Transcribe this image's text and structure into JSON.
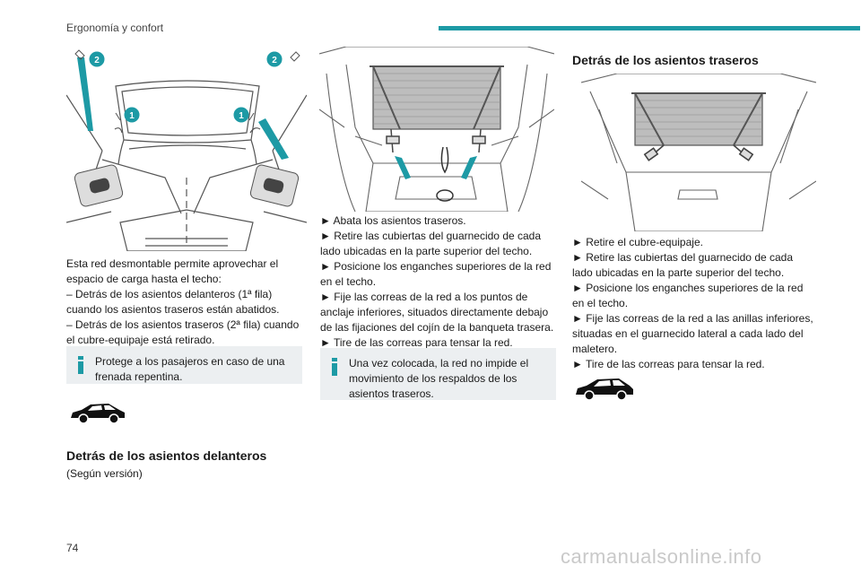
{
  "header": {
    "title": "Ergonomía y confort",
    "accent_color": "#1d9aa5"
  },
  "page_number": "74",
  "watermark": "carmanualsonline.info",
  "column1": {
    "figure_badges": [
      "2",
      "2",
      "1",
      "1"
    ],
    "intro": [
      "Esta red desmontable permite aprovechar el espacio de carga hasta el techo:",
      "– Detrás de los asientos delanteros (1ª fila) cuando los asientos traseros están abatidos.",
      "– Detrás de los asientos traseros (2ª fila) cuando el cubre-equipaje está retirado."
    ],
    "note": "Protege a los pasajeros en caso de una frenada repentina.",
    "car_icon": "car-silhouette-icon",
    "heading": "Detrás de los asientos delanteros",
    "caption": "(Según versión)"
  },
  "column2": {
    "steps": [
      "► Abata los asientos traseros.",
      "► Retire las cubiertas del guarnecido de cada lado ubicadas en la parte superior del techo.",
      "► Posicione los enganches superiores de la red en el techo.",
      "► Fije las correas de la red a los puntos de anclaje inferiores, situados directamente debajo de las fijaciones del cojín de la banqueta trasera.",
      "► Tire de las correas para tensar la red."
    ],
    "note": "Una vez colocada, la red no impide el movimiento de los respaldos de los asientos traseros."
  },
  "column3": {
    "heading": "Detrás de los asientos traseros",
    "steps": [
      "► Retire el cubre-equipaje.",
      "► Retire las cubiertas del guarnecido de cada lado ubicadas en la parte superior del techo.",
      "► Posicione los enganches superiores de la red en el techo.",
      "► Fije las correas de la red a las anillas inferiores, situadas en el guarnecido lateral a cada lado del maletero.",
      "► Tire de las correas para tensar la red."
    ],
    "car_icon": "car-silhouette-icon"
  }
}
